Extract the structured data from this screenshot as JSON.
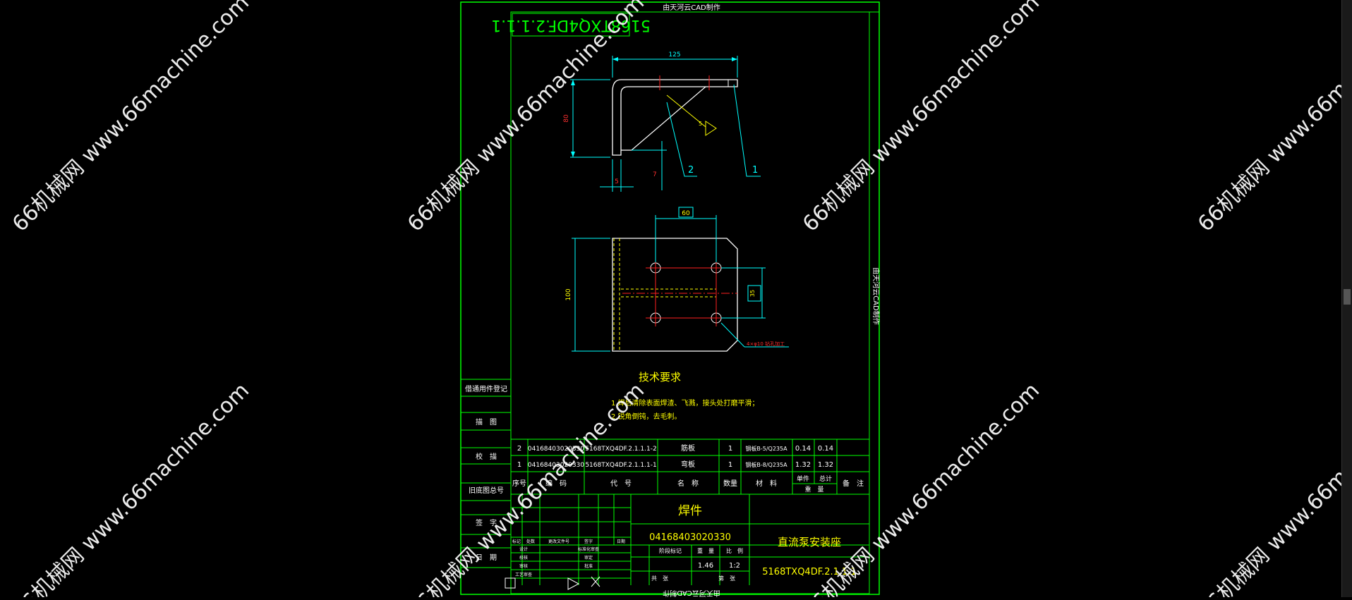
{
  "header_note": "由天河云CAD制作",
  "side_note": "由天河云CAD制作",
  "bottom_note": "由天河云CAD制作",
  "drawing_code_box": "5168TXQ4DF.2.1.1.1",
  "dims": {
    "top_width": "125",
    "height_left": "80",
    "small_h": "5",
    "small_v": "7",
    "bolt_spacing": "60",
    "plate_height": "100",
    "hole_pitch": "35",
    "hole_note": "4×φ10 钻孔加工"
  },
  "callouts": [
    "1",
    "2"
  ],
  "tech_title": "技术要求",
  "tech_items": [
    "1.焊后清除表面焊渣、飞溅，接头处打磨平滑；",
    "2.锐角倒钝，去毛刺。"
  ],
  "left_column": [
    "借通用件登记",
    "描　图",
    "校　描",
    "旧底图总号",
    "签　字",
    "日　期"
  ],
  "bom_rows": [
    {
      "seq": "2",
      "code": "04168403020330",
      "drawing": "5168TXQ4DF.2.1.1.1-2",
      "name": "筋板",
      "qty": "1",
      "material": "钢板B-5/Q235A",
      "unit": "0.14",
      "total": "0.14",
      "note": ""
    },
    {
      "seq": "1",
      "code": "04168403020330",
      "drawing": "5168TXQ4DF.2.1.1.1-1",
      "name": "弯板",
      "qty": "1",
      "material": "钢板B-8/Q235A",
      "unit": "1.32",
      "total": "1.32",
      "note": ""
    }
  ],
  "bom_header": {
    "seq": "序号",
    "code": "编　码",
    "drawing": "代　号",
    "name": "名　称",
    "qty": "数量",
    "material": "材　料",
    "unit": "单件",
    "total": "总计",
    "weight": "重　量",
    "note": "备　注"
  },
  "title_block": {
    "part_type": "焊件",
    "part_code": "04168403020330",
    "part_name": "直流泵安装座",
    "drawing_no": "5168TXQ4DF.2.1.1.1",
    "weight": "1.46",
    "scale": "1:2",
    "stage_label": "阶段标记",
    "weight_label": "重　量",
    "scale_label": "比　例",
    "sheets_label": "共　张",
    "sheet_label": "第　张",
    "row_labels": [
      "标记",
      "处数",
      "更改文件号",
      "签字",
      "日期"
    ],
    "sign_labels": [
      "设计",
      "校核",
      "审核",
      "工艺审查"
    ],
    "sign_labels2": [
      "标准化审查",
      "审定",
      "批准"
    ]
  },
  "watermarks": [
    "66机械网 www.66machine.com",
    "66机械网 www.66machine.com",
    "66机械网 www.66machine.com",
    "66机械网 www.66machine.com",
    "66机械网 www.66machine.com",
    "66机械网 www.66machine.com",
    "66机械网 www.66machine.com",
    "66机械网 www.66machine.com"
  ],
  "colors": {
    "frame": "#00ff00",
    "drawing": "#ffffff",
    "dimension": "#00ffff",
    "center": "#ff0000",
    "text": "#ffff00",
    "hidden": "#ffff00"
  }
}
